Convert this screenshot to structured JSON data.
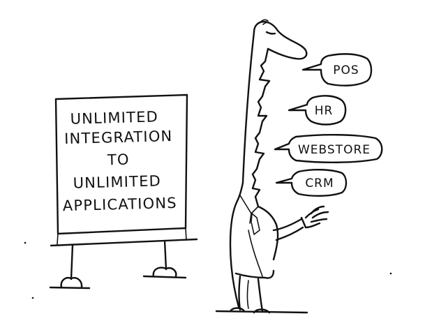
{
  "board": {
    "lines": [
      "UNLIMITED",
      "INTEGRATION",
      "TO",
      "UNLIMITED",
      "APPLICATIONS"
    ]
  },
  "bubbles": {
    "pos": "POS",
    "hr": "HR",
    "webstore": "WEBSTORE",
    "crm": "CRM"
  },
  "colors": {
    "ink": "#111111",
    "paper": "#ffffff"
  }
}
